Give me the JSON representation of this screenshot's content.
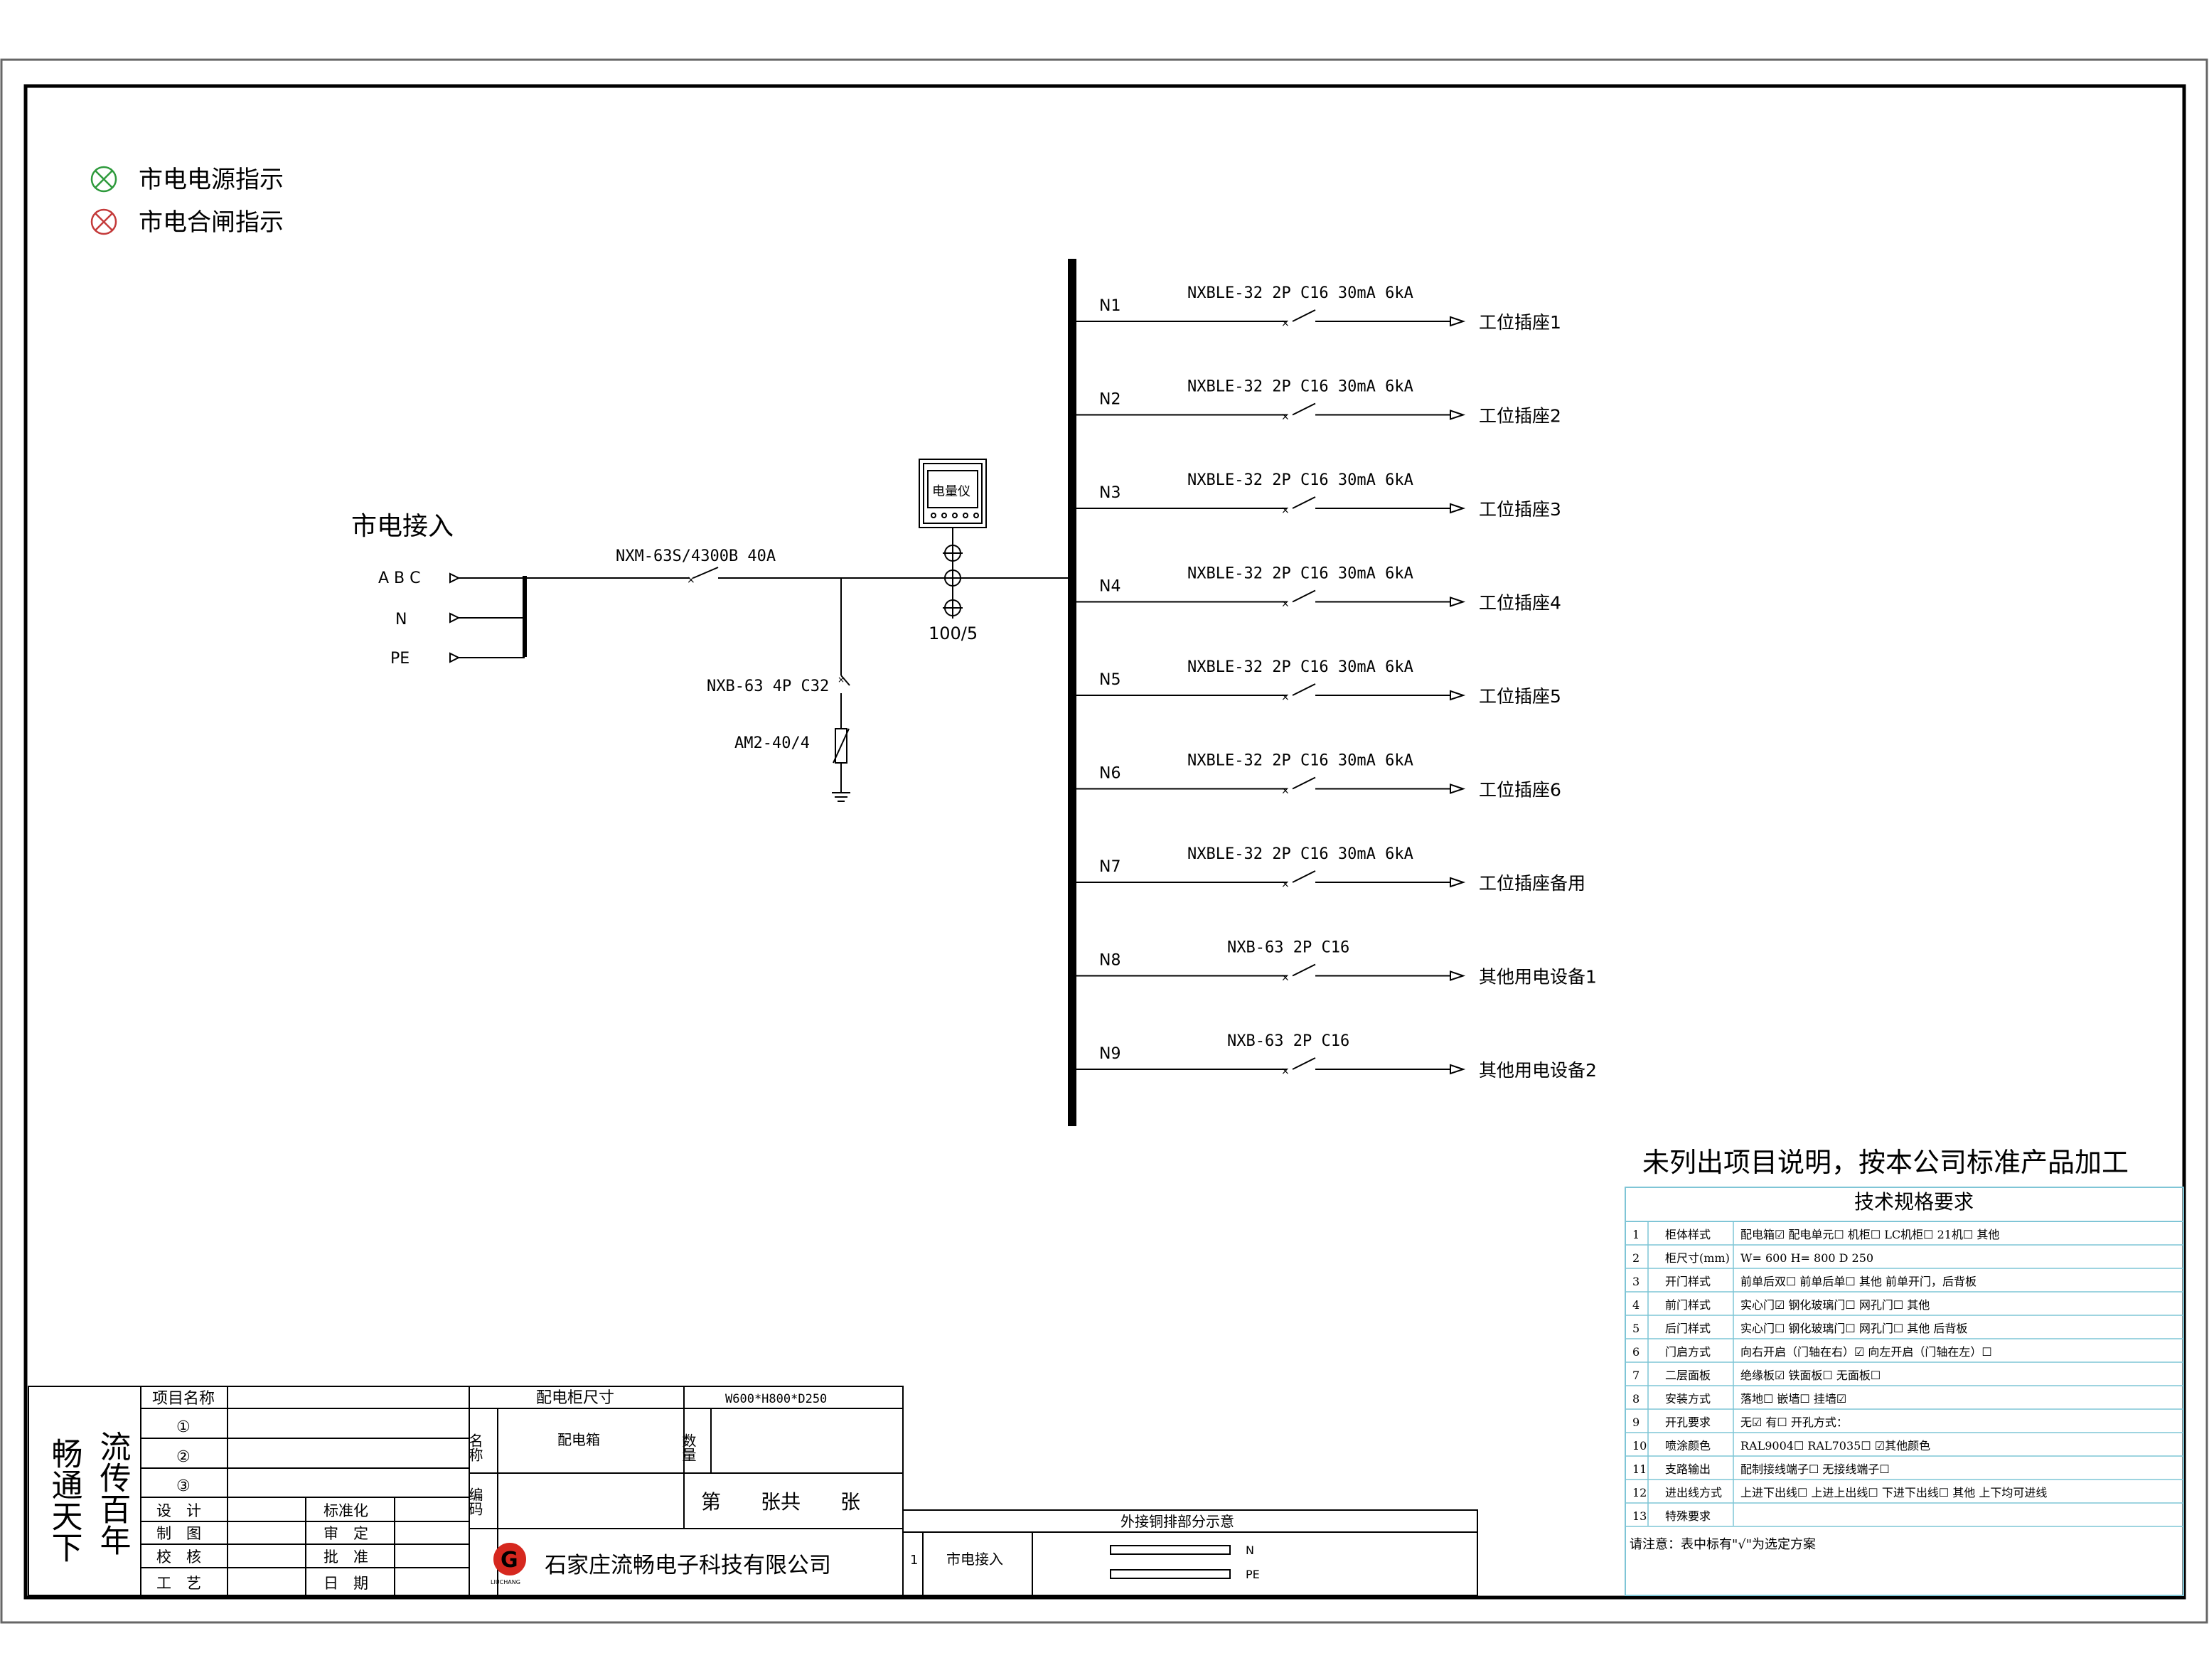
{
  "legend": [
    {
      "label": "市电电源指示",
      "color": "#2e9a3c"
    },
    {
      "label": "市电合闸指示",
      "color": "#c43a3a"
    }
  ],
  "incoming": {
    "title": "市电接入",
    "phases": [
      "A B C",
      "N",
      "PE"
    ],
    "main_breaker": "NXM-63S/4300B 40A",
    "spd_breaker": "NXB-63 4P C32",
    "spd": "AM2-40/4",
    "meter": "电量仪",
    "ct_ratio": "100/5"
  },
  "circuits": [
    {
      "id": "N1",
      "breaker": "NXBLE-32 2P C16 30mA 6kA",
      "load": "工位插座1"
    },
    {
      "id": "N2",
      "breaker": "NXBLE-32 2P C16 30mA 6kA",
      "load": "工位插座2"
    },
    {
      "id": "N3",
      "breaker": "NXBLE-32 2P C16 30mA 6kA",
      "load": "工位插座3"
    },
    {
      "id": "N4",
      "breaker": "NXBLE-32 2P C16 30mA 6kA",
      "load": "工位插座4"
    },
    {
      "id": "N5",
      "breaker": "NXBLE-32 2P C16 30mA 6kA",
      "load": "工位插座5"
    },
    {
      "id": "N6",
      "breaker": "NXBLE-32 2P C16 30mA 6kA",
      "load": "工位插座6"
    },
    {
      "id": "N7",
      "breaker": "NXBLE-32 2P C16 30mA 6kA",
      "load": "工位插座备用"
    },
    {
      "id": "N8",
      "breaker": "NXB-63 2P C16",
      "load": "其他用电设备1"
    },
    {
      "id": "N9",
      "breaker": "NXB-63 2P C16",
      "load": "其他用电设备2"
    }
  ],
  "note": "未列出项目说明，按本公司标准产品加工",
  "spec_table": {
    "title": "技术规格要求",
    "rows": [
      {
        "no": "1",
        "item": "柜体样式",
        "content": "配电箱☑  配电单元☐  机柜☐  LC机柜☐  21机☐  其他"
      },
      {
        "no": "2",
        "item": "柜尺寸(mm)",
        "content": "W= 600  H= 800  D 250"
      },
      {
        "no": "3",
        "item": "开门样式",
        "content": "前单后双☐  前单后单☐  其他  前单开门，后背板"
      },
      {
        "no": "4",
        "item": "前门样式",
        "content": "实心门☑  钢化玻璃门☐  网孔门☐  其他"
      },
      {
        "no": "5",
        "item": "后门样式",
        "content": "实心门☐  钢化玻璃门☐  网孔门☐  其他  后背板"
      },
      {
        "no": "6",
        "item": "门启方式",
        "content": "向右开启（门轴在右）☑  向左开启（门轴在左）☐"
      },
      {
        "no": "7",
        "item": "二层面板",
        "content": "绝缘板☑  铁面板☐  无面板☐"
      },
      {
        "no": "8",
        "item": "安装方式",
        "content": "落地☐  嵌墙☐  挂墙☑"
      },
      {
        "no": "9",
        "item": "开孔要求",
        "content": "无☑  有☐  开孔方式："
      },
      {
        "no": "10",
        "item": "喷涂颜色",
        "content": "RAL9004☐  RAL7035☐  ☑其他颜色"
      },
      {
        "no": "11",
        "item": "支路输出",
        "content": "配制接线端子☐  无接线端子☐"
      },
      {
        "no": "12",
        "item": "进出线方式",
        "content": "上进下出线☐  上进上出线☐  下进下出线☐  其他  上下均可进线"
      },
      {
        "no": "13",
        "item": "特殊要求",
        "content": ""
      }
    ],
    "footnote": "请注意：表中标有\"√\"为选定方案"
  },
  "title_block": {
    "slogan": [
      "流传百年",
      "畅通天下"
    ],
    "project_label": "项目名称",
    "items": [
      "①",
      "②",
      "③"
    ],
    "roles_left": [
      "设　计",
      "制　图",
      "校　核",
      "工　艺"
    ],
    "roles_right": [
      "标准化",
      "审　定",
      "批　准",
      "日　期"
    ],
    "size_label": "配电柜尺寸",
    "size_value": "W600*H800*D250",
    "name_label": "名称",
    "name_value": "配电箱",
    "qty_label": "数量",
    "code_label": "编码",
    "sheet": "第　　张共　　张",
    "company": "石家庄流畅电子科技有限公司",
    "logo_text": "LIUCHANG"
  },
  "copper_bar": {
    "title": "外接铜排部分示意",
    "no": "1",
    "name": "市电接入",
    "labels": [
      "N",
      "PE"
    ]
  }
}
